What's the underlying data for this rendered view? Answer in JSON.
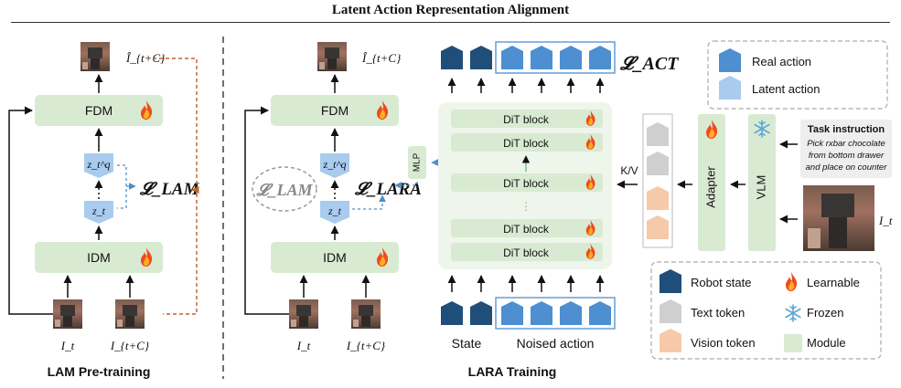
{
  "title": "Latent Action Representation Alignment",
  "lam_panel": {
    "fdm_label": "FDM",
    "idm_label": "IDM",
    "output_label": "Î_{t+C}",
    "zq_label": "z_t^q",
    "z_label": "z_t",
    "loss_label": "𝓛_LAM",
    "input_labels": [
      "I_t",
      "I_{t+C}"
    ],
    "caption": "LAM Pre-training"
  },
  "lara_panel": {
    "fdm_label": "FDM",
    "idm_label": "IDM",
    "output_label": "Î_{t+C}",
    "zq_label": "z_t^q",
    "z_label": "z_t",
    "lam_loss_label": "𝓛_LAM",
    "lara_loss_label": "𝓛_LARA",
    "mlp_label": "MLP",
    "dit_blocks": [
      "DiT block",
      "DiT block",
      "DiT block",
      "DiT block",
      "DiT block"
    ],
    "act_loss_label": "𝓛_ACT",
    "kv_label": "K/V",
    "adapter_label": "Adapter",
    "vlm_label": "VLM",
    "state_label": "State",
    "noised_action_label": "Noised action",
    "caption": "LARA Training",
    "input_labels": [
      "I_t",
      "I_{t+C}"
    ],
    "image_label": "I_t",
    "task": {
      "heading": "Task instruction",
      "text_lines": [
        "Pick rxbar chocolate",
        "from bottom drawer",
        "and place on counter"
      ]
    }
  },
  "action_legend": {
    "items": [
      {
        "label": "Real action",
        "color": "#4d8fd1"
      },
      {
        "label": "Latent action",
        "color": "#a8cbee"
      }
    ]
  },
  "legend": {
    "items": [
      {
        "label": "Robot state",
        "kind": "robot-state",
        "color": "#1f4e79"
      },
      {
        "label": "Learnable",
        "kind": "flame-icon"
      },
      {
        "label": "Text token",
        "kind": "text-token",
        "color": "#cfcfcf"
      },
      {
        "label": "Frozen",
        "kind": "snowflake-icon"
      },
      {
        "label": "Vision token",
        "kind": "vision-token",
        "color": "#f6c9a8"
      },
      {
        "label": "Module",
        "kind": "module",
        "color": "#d9ead3"
      }
    ]
  },
  "colors": {
    "module": "#d9ead3",
    "robot_state": "#1f4e79",
    "real_action": "#4d8fd1",
    "latent_action": "#a8cbee",
    "text_token": "#cfcfcf",
    "vision_token": "#f6c9a8",
    "loss_arrow": "#c0622a",
    "align_arrow": "#4a90c9"
  }
}
